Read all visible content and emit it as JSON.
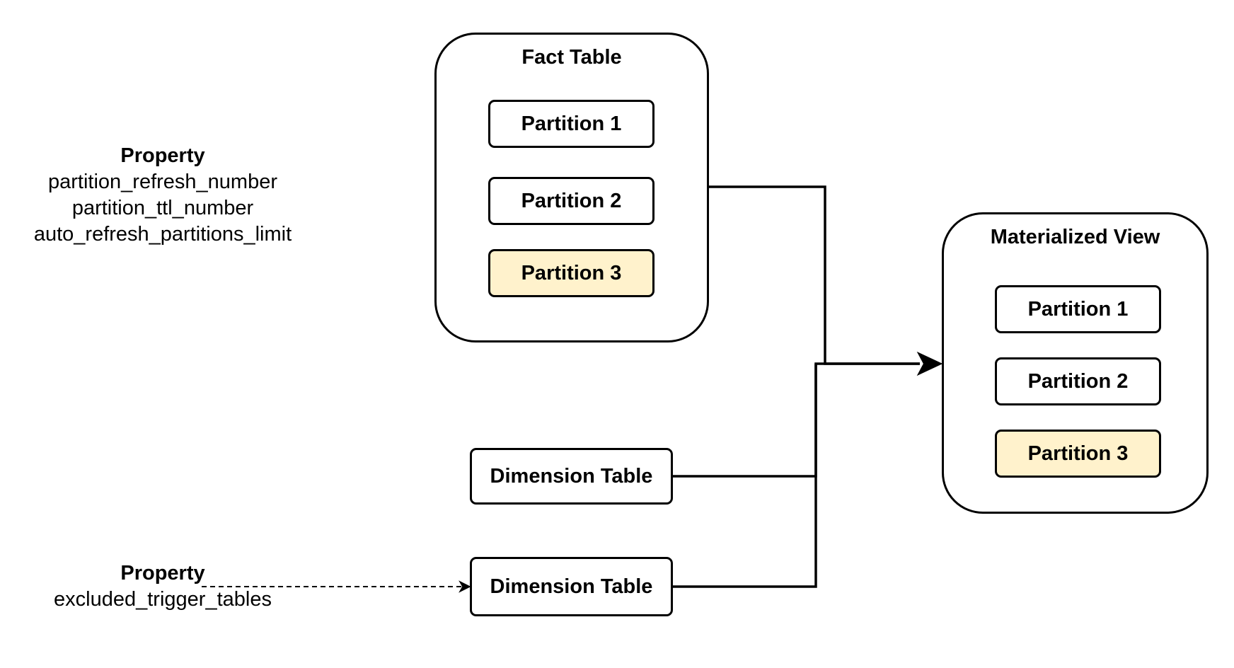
{
  "fact_table": {
    "title": "Fact Table",
    "partitions": [
      {
        "label": "Partition 1",
        "highlighted": false
      },
      {
        "label": "Partition 2",
        "highlighted": false
      },
      {
        "label": "Partition 3",
        "highlighted": true
      }
    ]
  },
  "materialized_view": {
    "title": "Materialized View",
    "partitions": [
      {
        "label": "Partition 1",
        "highlighted": false
      },
      {
        "label": "Partition 2",
        "highlighted": false
      },
      {
        "label": "Partition 3",
        "highlighted": true
      }
    ]
  },
  "dimension_tables": [
    {
      "label": "Dimension Table"
    },
    {
      "label": "Dimension Table"
    }
  ],
  "properties_top": {
    "title": "Property",
    "items": [
      "partition_refresh_number",
      "partition_ttl_number",
      "auto_refresh_partitions_limit"
    ]
  },
  "properties_bottom": {
    "title": "Property",
    "items": [
      "excluded_trigger_tables"
    ]
  },
  "colors": {
    "highlight_fill": "#fff2cc",
    "stroke": "#000000",
    "background": "#ffffff"
  }
}
